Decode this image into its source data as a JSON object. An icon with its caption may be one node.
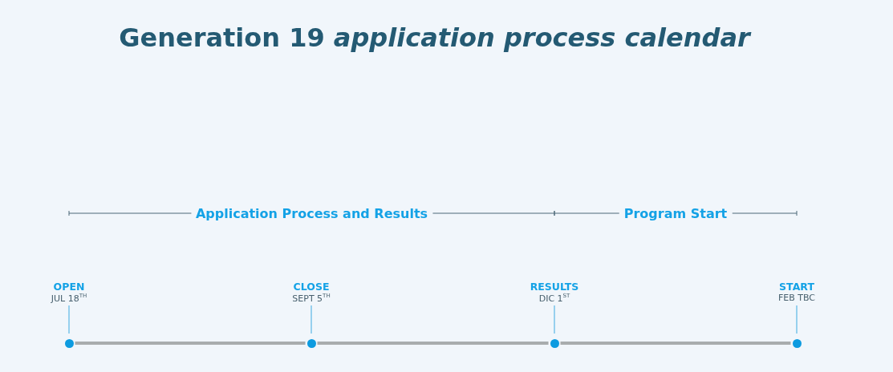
{
  "diagram": {
    "title": "Generation 19 *application process calendar*",
    "nodes": [
      {
        "text": [],
        "shape": "circle",
        "beside": [
          "OPEN",
          "JUL 18$^{TH}$"
        ]
      },
      {
        "text": [],
        "shape": "circle",
        "beside": [
          "CLOSE",
          "SEPT 5$^{TH}$"
        ]
      },
      {
        "text": [],
        "shape": "circle",
        "beside": [
          "RESULTS",
          "DIC 1$^{ST}$"
        ]
      },
      {
        "text": [],
        "shape": "circle",
        "beside": [
          "START",
          "FEB TBC"
        ]
      }
    ],
    "edges": [
      {
        "from": 0,
        "to": 1,
        "arrow": "none"
      },
      {
        "from": 1,
        "to": 2,
        "arrow": "none"
      },
      {
        "from": 2,
        "to": 3,
        "arrow": "none"
      }
    ],
    "labels": [
      "Application Process and Results",
      "Program Start"
    ]
  }
}
